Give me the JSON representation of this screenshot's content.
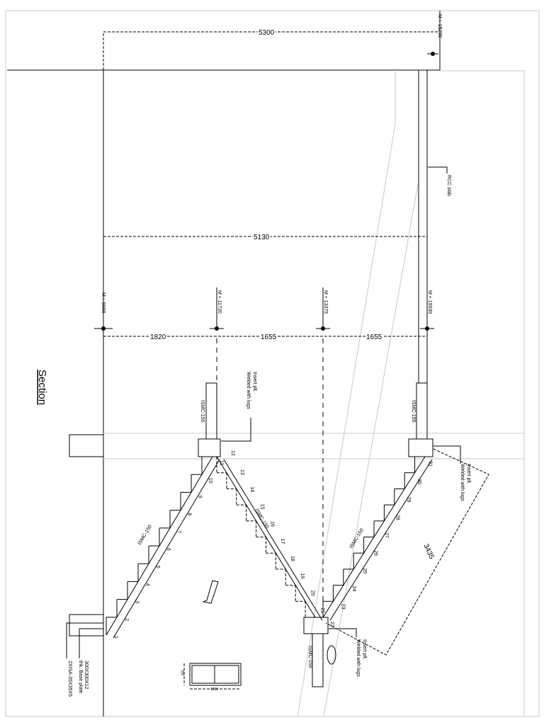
{
  "drawing": {
    "title": "Section",
    "dimensions": {
      "top_span": "5300",
      "mid_span": "5130",
      "bay_1": "1820",
      "bay_2": "1655",
      "bay_3": "1655",
      "flight_length": "3435"
    },
    "levels": [
      "M + 15200",
      "M + 9900",
      "M + 11720",
      "M + 13375",
      "M + 15030"
    ],
    "notes": {
      "rcc": "RCC slab",
      "insert_line1": "Insert plt.",
      "insert_line2": "Welded with lugs",
      "member": "ISMC-150",
      "base_plate_line1": "300X300X12",
      "base_plate_line2": "thk. Base plate",
      "angle": "2XISA-35X35X5",
      "detail_width": "1050",
      "detail_height": "300"
    },
    "step_numbers": [
      "1",
      "2",
      "3",
      "4",
      "5",
      "6",
      "7",
      "8",
      "9",
      "10",
      "11",
      "12",
      "13",
      "14",
      "15",
      "16",
      "17",
      "18",
      "19",
      "20",
      "21",
      "22",
      "23",
      "24",
      "25",
      "26",
      "27",
      "28",
      "29",
      "30",
      "31"
    ]
  }
}
